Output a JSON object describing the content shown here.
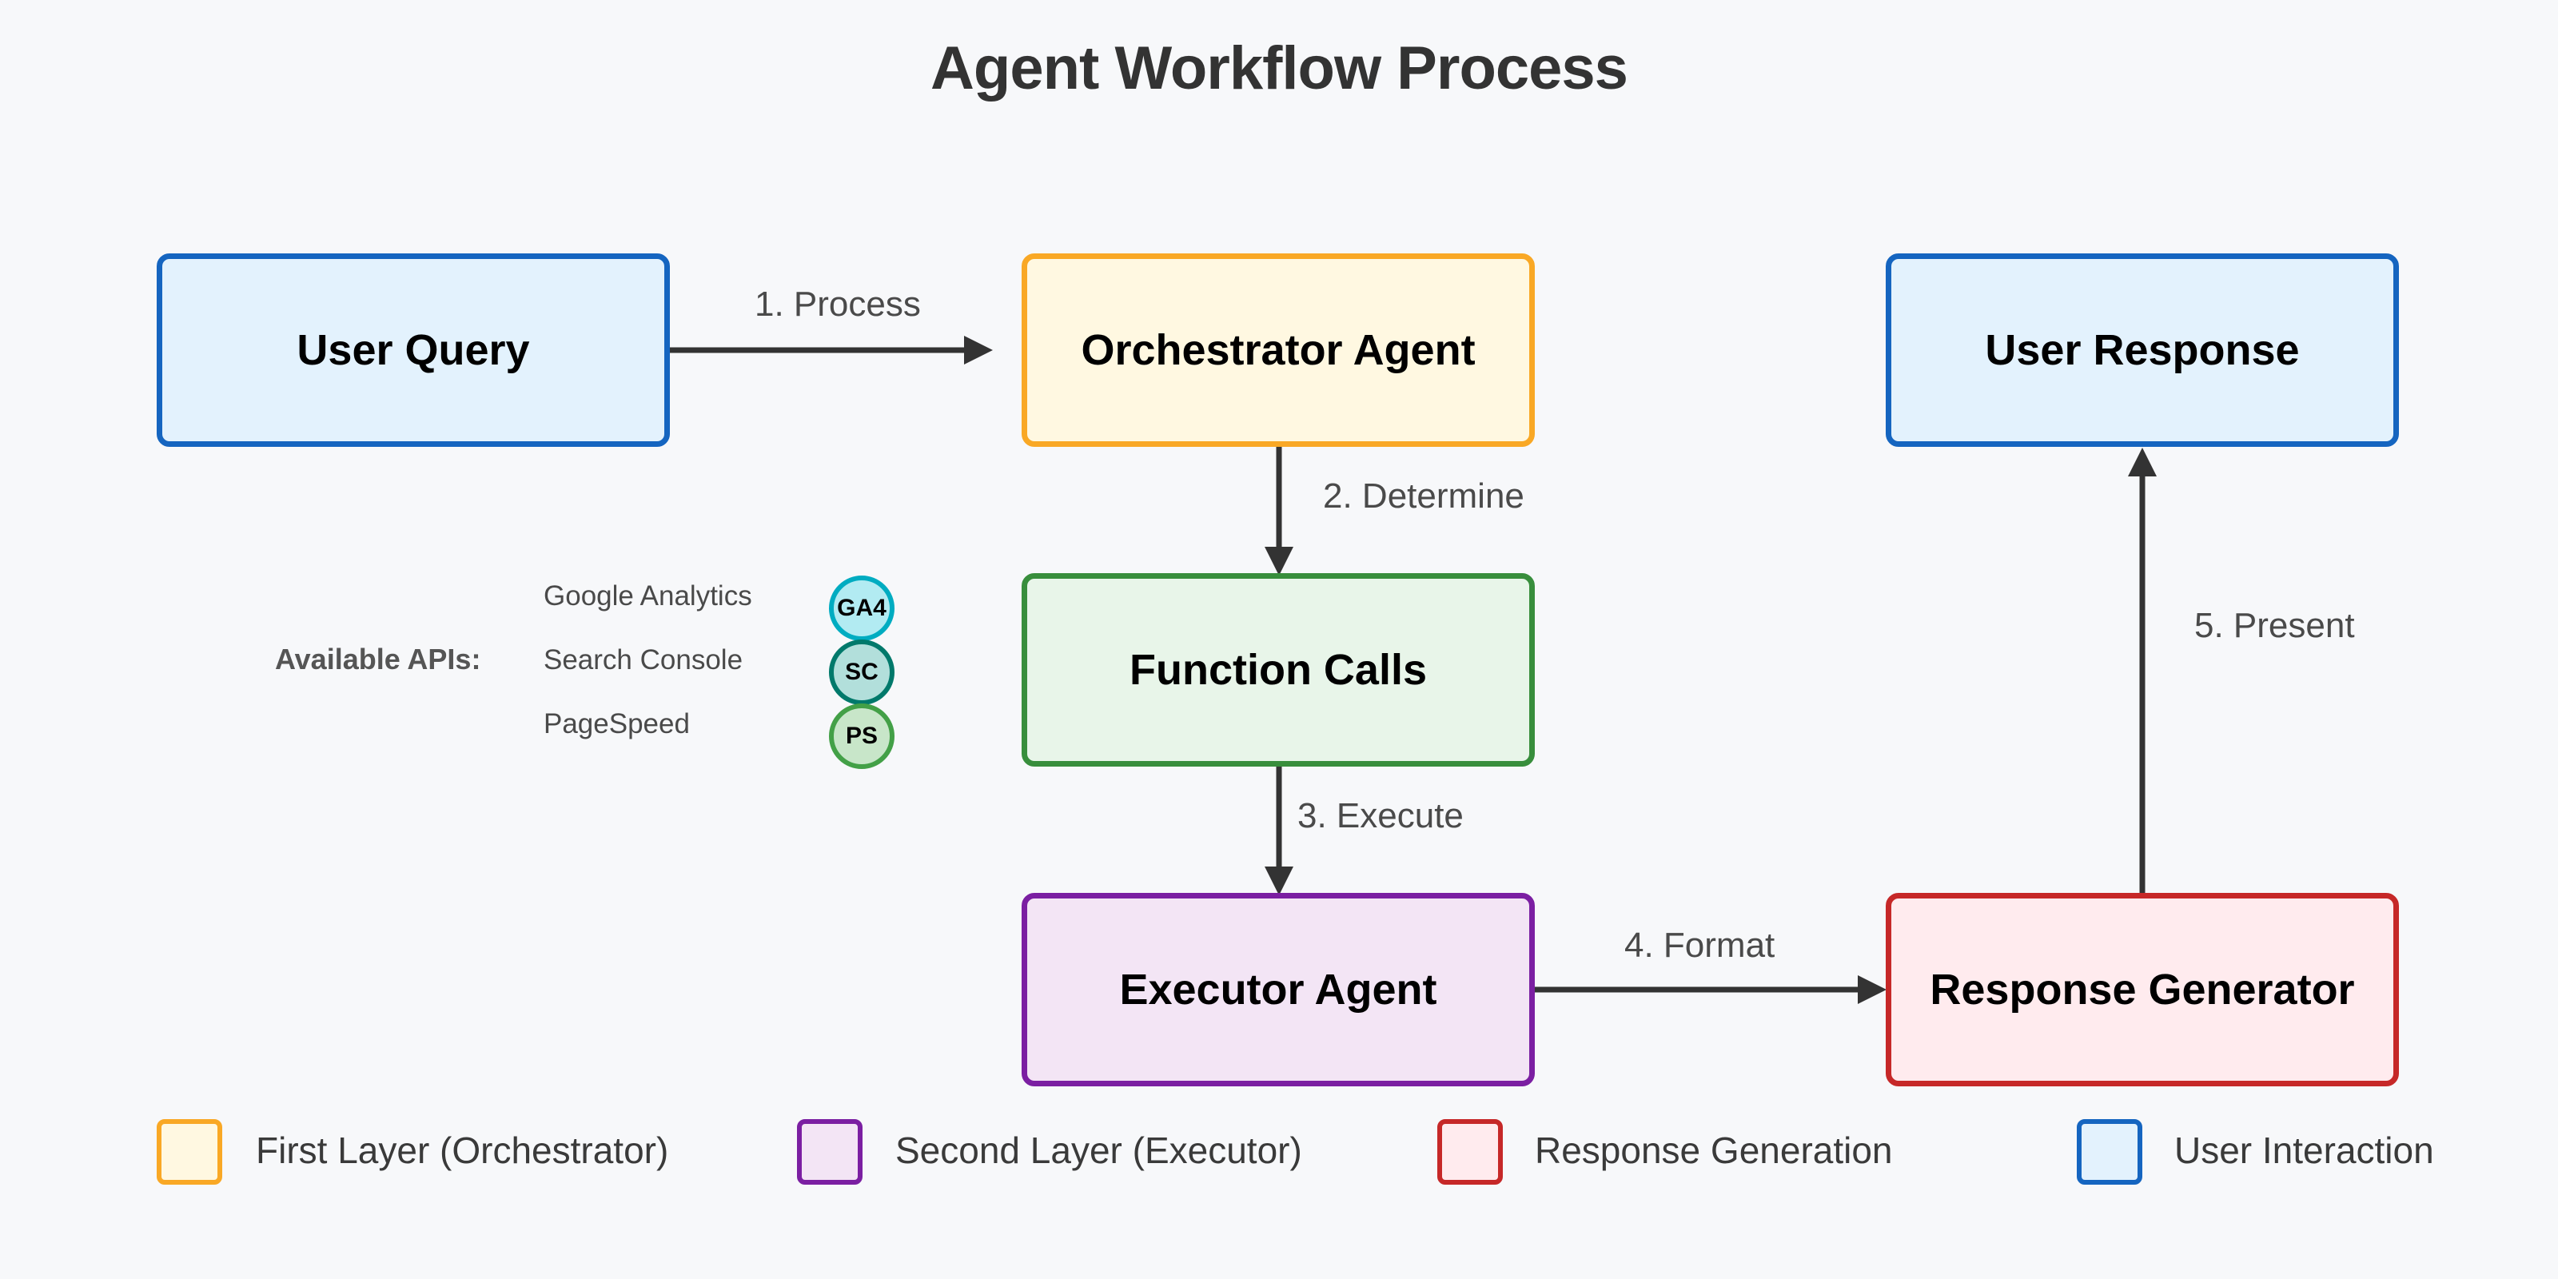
{
  "title": "Agent Workflow Process",
  "nodes": {
    "user_query": "User Query",
    "orchestrator": "Orchestrator Agent",
    "user_response": "User Response",
    "function_calls": "Function Calls",
    "executor": "Executor Agent",
    "response_generator": "Response Generator"
  },
  "edges": {
    "process": "1. Process",
    "determine": "2. Determine",
    "execute": "3. Execute",
    "format": "4. Format",
    "present": "5. Present"
  },
  "apis": {
    "heading": "Available APIs:",
    "items": [
      {
        "name": "Google Analytics",
        "badge": "GA4",
        "fill": "#b2ebf2",
        "stroke": "#00acc1"
      },
      {
        "name": "Search Console",
        "badge": "SC",
        "fill": "#b2dfdb",
        "stroke": "#00796b"
      },
      {
        "name": "PageSpeed",
        "badge": "PS",
        "fill": "#c8e6c9",
        "stroke": "#43a047"
      }
    ]
  },
  "legend": [
    {
      "label": "First Layer (Orchestrator)",
      "fill": "#fff8e1",
      "stroke": "#f9a825"
    },
    {
      "label": "Second Layer (Executor)",
      "fill": "#f3e5f5",
      "stroke": "#7b1fa2"
    },
    {
      "label": "Response Generation",
      "fill": "#ffebee",
      "stroke": "#c62828"
    },
    {
      "label": "User Interaction",
      "fill": "#e3f2fd",
      "stroke": "#1565c0"
    }
  ],
  "colors": {
    "arrow": "#333333",
    "background": "#f7f8fa"
  }
}
